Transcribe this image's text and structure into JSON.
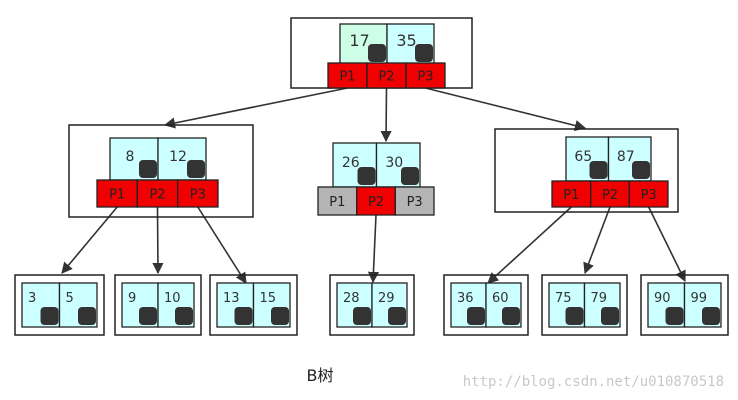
{
  "colors": {
    "pointer_active": "#f00000",
    "pointer_inactive": "#b4b4b4",
    "key_fill": "#ccffff",
    "root_first_key_fill": "#ccffe6",
    "knob": "#333333",
    "border": "#222222",
    "edge": "#333333"
  },
  "caption": "B树",
  "watermark": "http://blog.csdn.net/u010870518",
  "nodes": [
    {
      "id": "root",
      "keys": [
        "17",
        "35"
      ],
      "pointers": [
        "P1",
        "P2",
        "P3"
      ],
      "pointer_states": [
        "active",
        "active",
        "active"
      ],
      "frame": true
    },
    {
      "id": "l1-left",
      "keys": [
        "8",
        "12"
      ],
      "pointers": [
        "P1",
        "P2",
        "P3"
      ],
      "pointer_states": [
        "active",
        "active",
        "active"
      ],
      "frame": true
    },
    {
      "id": "l1-mid",
      "keys": [
        "26",
        "30"
      ],
      "pointers": [
        "P1",
        "P2",
        "P3"
      ],
      "pointer_states": [
        "inactive",
        "active",
        "inactive"
      ],
      "frame": false
    },
    {
      "id": "l1-right",
      "keys": [
        "65",
        "87"
      ],
      "pointers": [
        "P1",
        "P2",
        "P3"
      ],
      "pointer_states": [
        "active",
        "active",
        "active"
      ],
      "frame": true
    },
    {
      "id": "leaf-1",
      "keys": [
        "3",
        "5"
      ]
    },
    {
      "id": "leaf-2",
      "keys": [
        "9",
        "10"
      ]
    },
    {
      "id": "leaf-3",
      "keys": [
        "13",
        "15"
      ]
    },
    {
      "id": "leaf-4",
      "keys": [
        "28",
        "29"
      ]
    },
    {
      "id": "leaf-5",
      "keys": [
        "36",
        "60"
      ]
    },
    {
      "id": "leaf-6",
      "keys": [
        "75",
        "79"
      ]
    },
    {
      "id": "leaf-7",
      "keys": [
        "90",
        "99"
      ]
    }
  ],
  "edges": [
    {
      "from": "root",
      "pointer": "P1",
      "to": "l1-left"
    },
    {
      "from": "root",
      "pointer": "P2",
      "to": "l1-mid"
    },
    {
      "from": "root",
      "pointer": "P3",
      "to": "l1-right"
    },
    {
      "from": "l1-left",
      "pointer": "P1",
      "to": "leaf-1"
    },
    {
      "from": "l1-left",
      "pointer": "P2",
      "to": "leaf-2"
    },
    {
      "from": "l1-left",
      "pointer": "P3",
      "to": "leaf-3"
    },
    {
      "from": "l1-mid",
      "pointer": "P2",
      "to": "leaf-4"
    },
    {
      "from": "l1-right",
      "pointer": "P1",
      "to": "leaf-5"
    },
    {
      "from": "l1-right",
      "pointer": "P2",
      "to": "leaf-6"
    },
    {
      "from": "l1-right",
      "pointer": "P3",
      "to": "leaf-7"
    }
  ]
}
